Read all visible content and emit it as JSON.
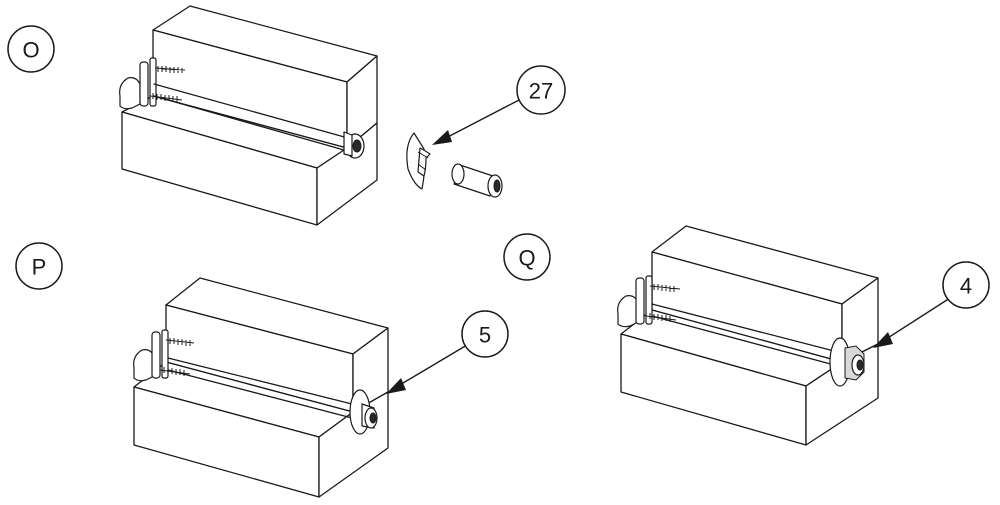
{
  "step_labels": {
    "o": "O",
    "p": "P",
    "q": "Q"
  },
  "callouts": {
    "o_part": "27",
    "p_part": "5",
    "q_part": "4"
  }
}
